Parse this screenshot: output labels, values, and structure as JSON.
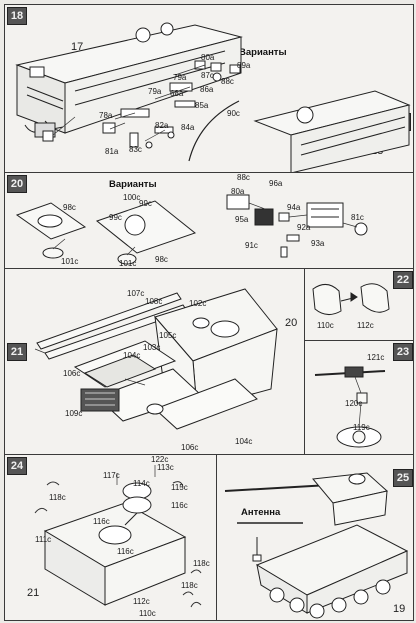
{
  "steps": {
    "s18": "18",
    "s19": "19",
    "s20": "20",
    "s21": "21",
    "s22": "22",
    "s23": "23",
    "s24": "24",
    "s25": "25"
  },
  "section_labels": {
    "variants_top": "Варианты",
    "variants_mid": "Варианты",
    "antenna": "Антенна"
  },
  "big_numbers": {
    "n17": "17",
    "n18": "18",
    "n20": "20",
    "n21": "21",
    "n24": "24",
    "n19": "19"
  },
  "part_labels": [
    "80a",
    "89a",
    "87c",
    "79a",
    "88c",
    "86a",
    "79a",
    "68a",
    "85a",
    "78a",
    "82a",
    "83c",
    "84a",
    "81a",
    "90c",
    "96a",
    "88c",
    "80a",
    "95a",
    "94a",
    "92a",
    "93a",
    "81c",
    "91c",
    "98c",
    "99c",
    "100c",
    "99c",
    "101c",
    "101c",
    "98c",
    "107c",
    "108c",
    "102c",
    "105c",
    "103c",
    "104c",
    "106c",
    "109c",
    "106c",
    "104c",
    "110c",
    "112c",
    "121c",
    "120c",
    "119c",
    "122c",
    "117c",
    "113c",
    "114c",
    "115c",
    "118c",
    "116c",
    "116c",
    "111c",
    "118c",
    "116c",
    "112c",
    "118c",
    "110c"
  ],
  "colors": {
    "paper": "#ecebe7",
    "ink": "#1a1a1a",
    "badge": "#555555"
  }
}
